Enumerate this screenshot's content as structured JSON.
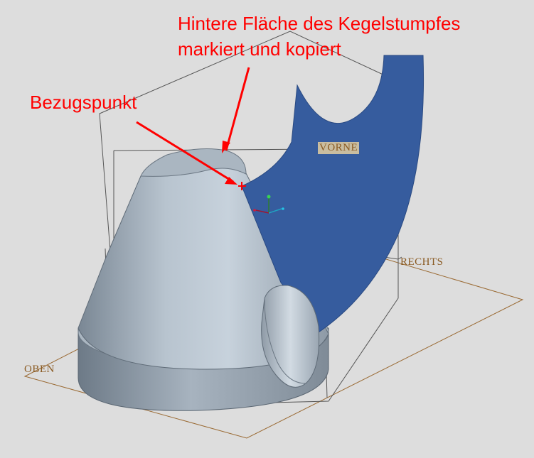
{
  "annotations": {
    "title_line1": "Hintere Fläche des Kegelstumpfes",
    "title_line2": "markiert und kopiert",
    "reference_point": "Bezugspunkt"
  },
  "datum_planes": {
    "front": "VORNE",
    "right": "RECHTS",
    "top": "OBEN"
  },
  "colors": {
    "annotation": "#ff0000",
    "copied_surface": "#365c9e",
    "datum_label": "#8a5a22",
    "background": "#dddddd"
  },
  "icons": [
    "coordinate-system-icon",
    "datum-point-icon"
  ]
}
